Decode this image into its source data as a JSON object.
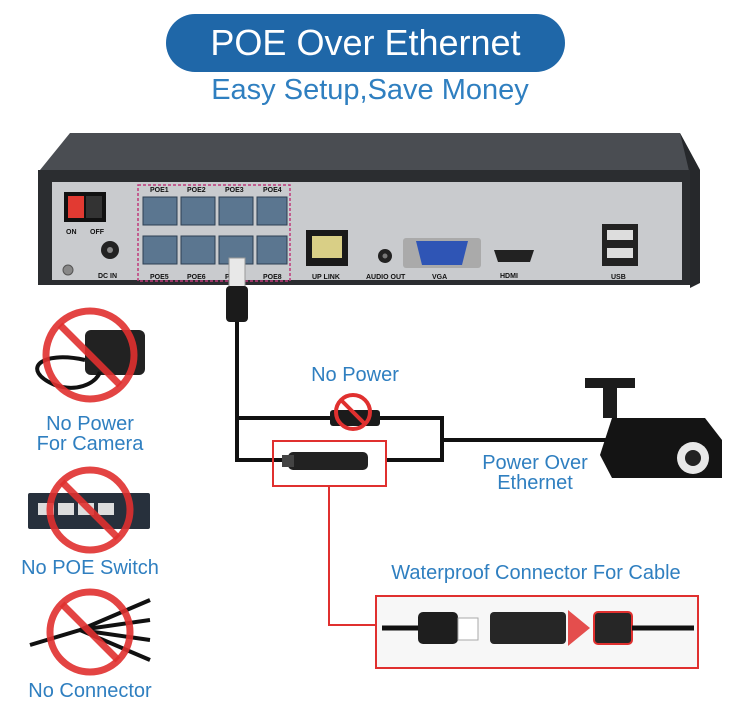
{
  "header": {
    "title": "POE Over Ethernet",
    "subtitle": "Easy Setup,Save Money"
  },
  "nvr": {
    "switch_on": "ON",
    "switch_off": "OFF",
    "dc_in": "DC IN",
    "poe_top": [
      "POE1",
      "POE2",
      "POE3",
      "POE4"
    ],
    "poe_bottom": [
      "POE5",
      "POE6",
      "POE7",
      "POE8"
    ],
    "uplink": "UP LINK",
    "audio_out": "AUDIO OUT",
    "vga": "VGA",
    "hdmi": "HDMI",
    "usb": "USB"
  },
  "labels": {
    "no_power": "No Power",
    "power_over_ethernet_1": "Power Over",
    "power_over_ethernet_2": "Ethernet",
    "waterproof": "Waterproof Connector For Cable"
  },
  "left_items": [
    {
      "line1": "No Power",
      "line2": "For Camera",
      "icon": "power-adapter-icon"
    },
    {
      "line1": "No POE Switch",
      "line2": "",
      "icon": "network-switch-icon"
    },
    {
      "line1": "No Connector",
      "line2": "",
      "icon": "splitter-cable-icon"
    }
  ],
  "colors": {
    "pill": "#1f67a8",
    "text_blue": "#2f7fc0",
    "red": "#e0302f",
    "device_panel": "#c9cbce",
    "device_dark": "#2b2d30"
  }
}
